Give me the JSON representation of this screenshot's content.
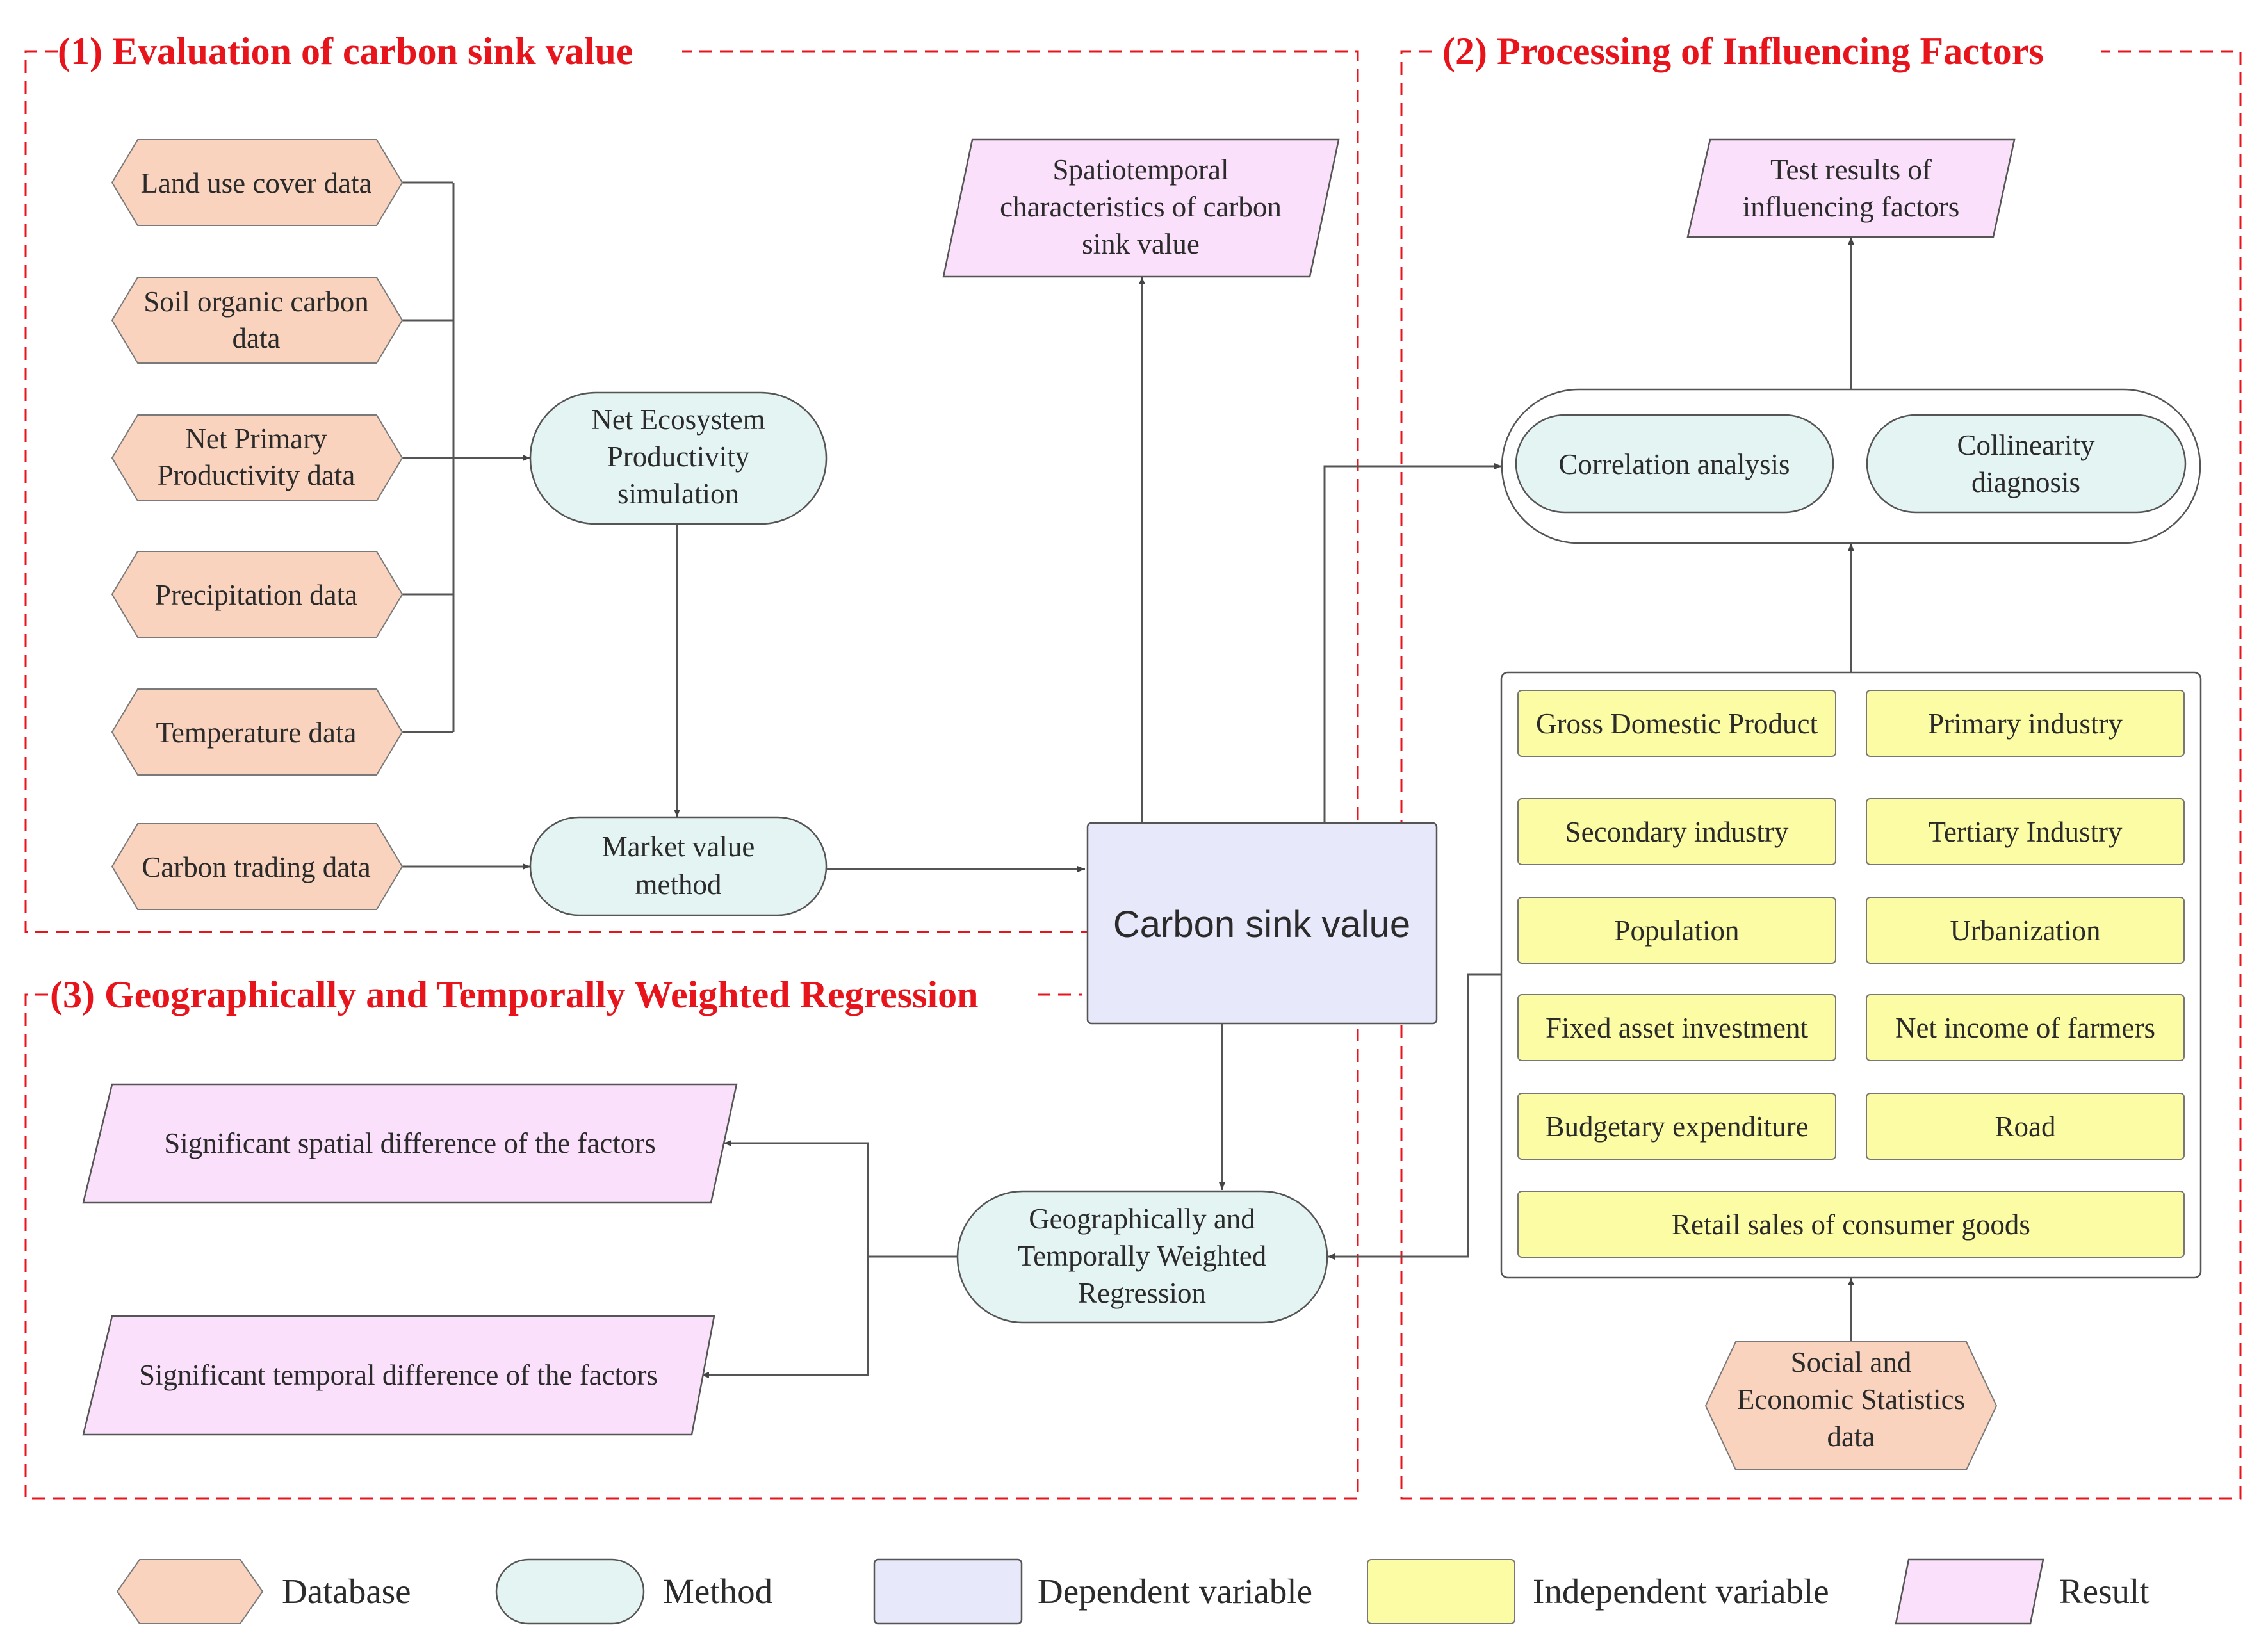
{
  "sections": {
    "s1_title": "(1) Evaluation of carbon sink value",
    "s2_title": "(2) Processing of Influencing Factors",
    "s3_title": "(3) Geographically and Temporally Weighted Regression"
  },
  "databases": {
    "land_use": "Land use cover data",
    "soil_1": "Soil organic carbon",
    "soil_2": "data",
    "npp_1": "Net Primary",
    "npp_2": "Productivity  data",
    "precip": "Precipitation data",
    "temp": "Temperature data",
    "carbon_trading": "Carbon trading data",
    "social_1": "Social and",
    "social_2": "Economic Statistics",
    "social_3": "data"
  },
  "methods": {
    "nep_1": "Net Ecosystem",
    "nep_2": "Productivity",
    "nep_3": "simulation",
    "market_1": "Market value",
    "market_2": "method",
    "correlation": "Correlation analysis",
    "colin_1": "Collinearity",
    "colin_2": "diagnosis",
    "gtwr_1": "Geographically and",
    "gtwr_2": "Temporally Weighted",
    "gtwr_3": "Regression"
  },
  "dependent": {
    "carbon_sink": "Carbon sink value"
  },
  "independents": {
    "gdp": "Gross Domestic Product",
    "primary": "Primary industry",
    "secondary": "Secondary industry",
    "tertiary": "Tertiary Industry",
    "population": "Population",
    "urbanization": "Urbanization",
    "fixed_asset": "Fixed asset investment",
    "net_income": "Net income of farmers",
    "budgetary": "Budgetary expenditure",
    "road": "Road",
    "retail": "Retail sales of consumer goods"
  },
  "results": {
    "spatio_1": "Spatiotemporal",
    "spatio_2": "characteristics of carbon",
    "spatio_3": "sink value",
    "test_1": "Test results of",
    "test_2": "influencing factors",
    "spatial_diff": "Significant spatial difference of the factors",
    "temporal_diff": "Significant temporal difference of the factors"
  },
  "legend": {
    "database": "Database",
    "method": "Method",
    "dependent": "Dependent variable",
    "independent": "Independent variable",
    "result": "Result"
  },
  "colors": {
    "database_fill": "#f9d3bd",
    "method_fill": "#e4f4f2",
    "dependent_fill": "#e8e8fb",
    "independent_fill": "#fcfca4",
    "result_fill": "#fbe0fb",
    "section_border": "#e8141c"
  }
}
